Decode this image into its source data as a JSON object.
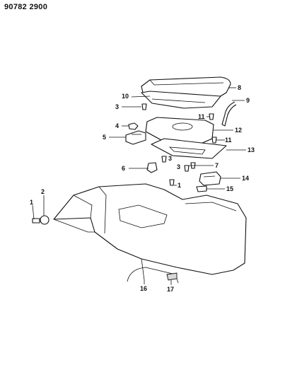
{
  "document": {
    "code": "90782 2900"
  },
  "callouts": [
    {
      "id": "c8",
      "text": "8"
    },
    {
      "id": "c10",
      "text": "10"
    },
    {
      "id": "c9",
      "text": "9"
    },
    {
      "id": "c3a",
      "text": "3"
    },
    {
      "id": "c11a",
      "text": "11"
    },
    {
      "id": "c4",
      "text": "4"
    },
    {
      "id": "c12",
      "text": "12"
    },
    {
      "id": "c5",
      "text": "5"
    },
    {
      "id": "c13",
      "text": "13"
    },
    {
      "id": "c3b",
      "text": "3"
    },
    {
      "id": "c11b",
      "text": "11"
    },
    {
      "id": "c6",
      "text": "6"
    },
    {
      "id": "c3c",
      "text": "3"
    },
    {
      "id": "c7",
      "text": "7"
    },
    {
      "id": "c14",
      "text": "14"
    },
    {
      "id": "c1a",
      "text": "1"
    },
    {
      "id": "c15",
      "text": "15"
    },
    {
      "id": "c1b",
      "text": "1"
    },
    {
      "id": "c2",
      "text": "2"
    },
    {
      "id": "c16",
      "text": "16"
    },
    {
      "id": "c17",
      "text": "17"
    }
  ]
}
